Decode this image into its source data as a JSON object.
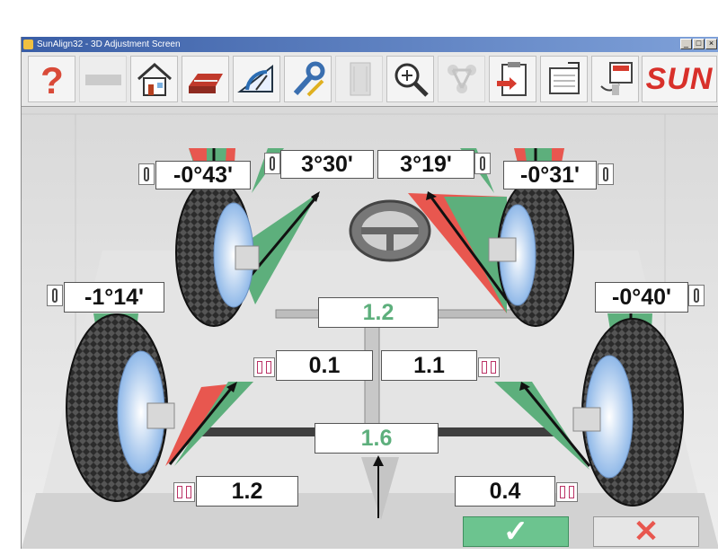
{
  "window": {
    "title": "SunAlign32  -  3D Adjustment Screen"
  },
  "toolbar": {
    "tools": [
      {
        "name": "help",
        "icon": "help-icon"
      },
      {
        "name": "blank",
        "icon": "blank-icon"
      },
      {
        "name": "home",
        "icon": "home-icon"
      },
      {
        "name": "vehicle-specs",
        "icon": "specs-device-icon"
      },
      {
        "name": "measure",
        "icon": "gauge-icon"
      },
      {
        "name": "adjust",
        "icon": "wrench-icon"
      },
      {
        "name": "layout",
        "icon": "panel-icon"
      },
      {
        "name": "zoom",
        "icon": "zoom-icon"
      },
      {
        "name": "suspension",
        "icon": "linkage-icon"
      },
      {
        "name": "clipboard",
        "icon": "clipboard-icon"
      },
      {
        "name": "report",
        "icon": "report-icon"
      },
      {
        "name": "tools",
        "icon": "monitor-icon"
      }
    ],
    "brand": "SUN"
  },
  "readings": {
    "left_front_camber": "-0°43'",
    "right_front_camber": "-0°31'",
    "left_front_caster": "3°30'",
    "right_front_caster": "3°19'",
    "left_rear_camber": "-1°14'",
    "right_rear_camber": "-0°40'",
    "front_total_toe": "1.2",
    "front_left_toe": "0.1",
    "front_right_toe": "1.1",
    "rear_total_toe": "1.6",
    "rear_left_toe": "1.2",
    "rear_right_toe": "0.4"
  },
  "colors": {
    "in_spec": "#5daf7c",
    "out_of_spec": "#e8574f",
    "titlebar": "#3a5ea6"
  },
  "actions": {
    "accept": "✓",
    "cancel": "✕"
  }
}
